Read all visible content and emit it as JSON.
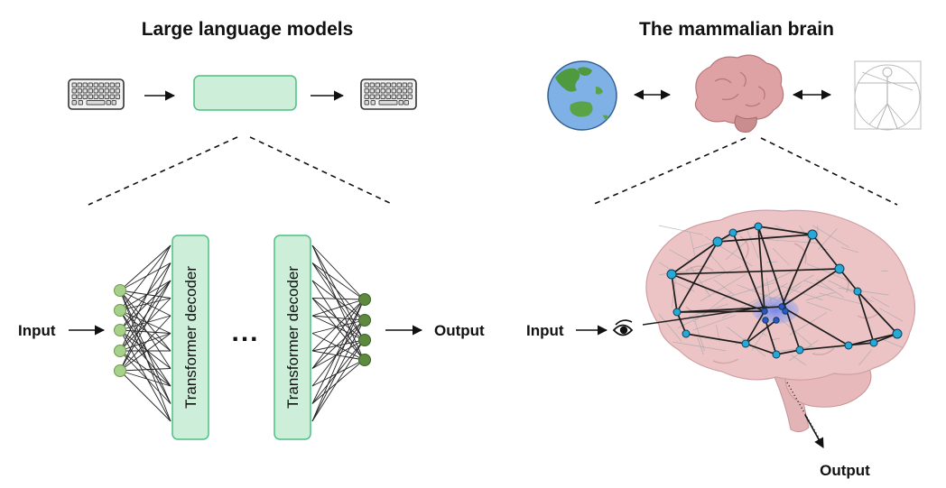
{
  "left_panel": {
    "title": "Large language models",
    "input_label": "Input",
    "output_label": "Output",
    "decoder_label_1": "Transformer decoder",
    "decoder_label_2": "Transformer decoder",
    "ellipsis": "..."
  },
  "right_panel": {
    "title": "The mammalian brain",
    "input_label": "Input",
    "output_label": "Output"
  },
  "icons": [
    "keyboard-icon",
    "globe-icon",
    "brain-icon",
    "vitruvian-man-icon",
    "eye-icon"
  ],
  "colors": {
    "box_fill": "#cdeed9",
    "box_stroke": "#4cc183",
    "input_node": "#a7d18a",
    "output_node": "#5d8a3e",
    "brain": "#e7b5b7",
    "network_node": "#26a9d6",
    "hub": "#6b7fe6"
  }
}
